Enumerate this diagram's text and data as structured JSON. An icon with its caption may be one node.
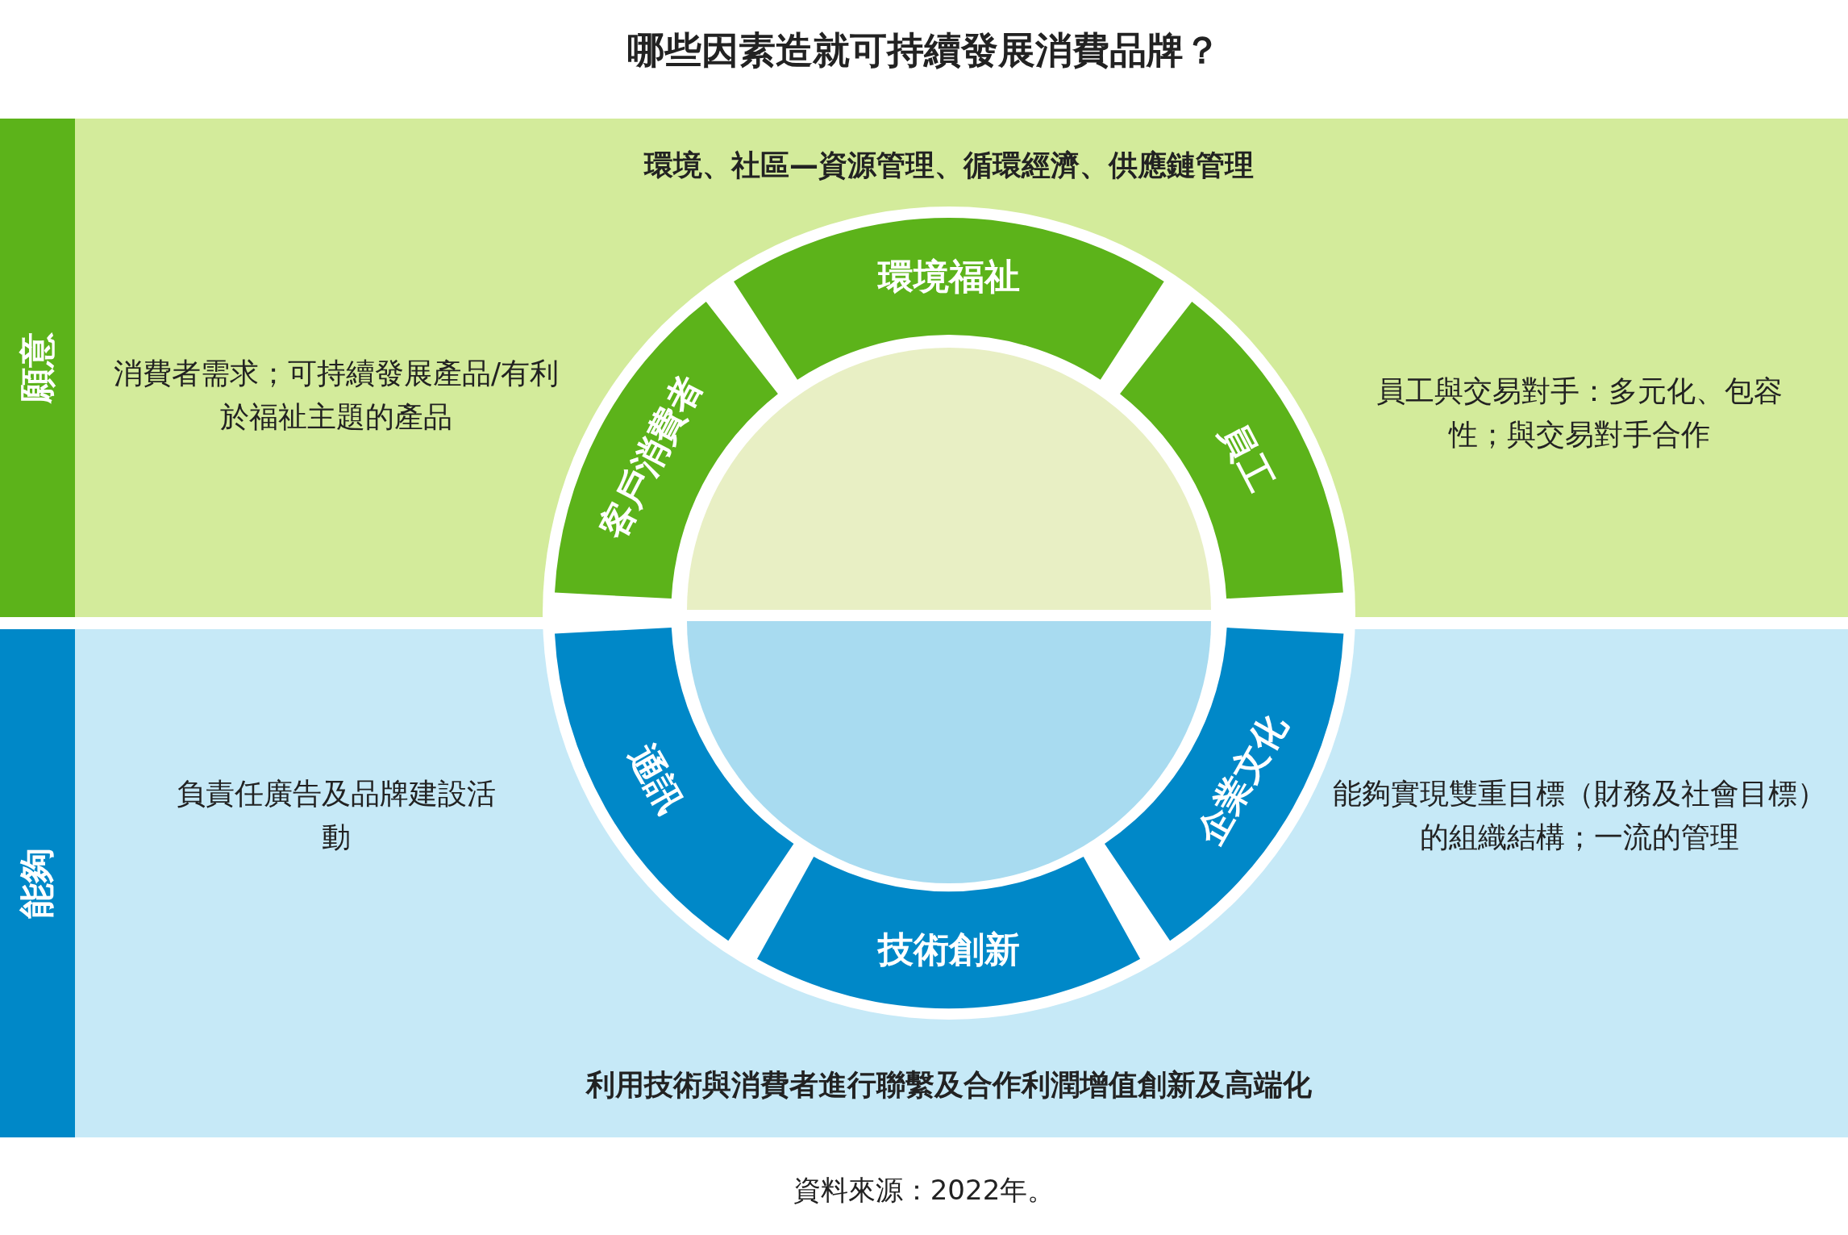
{
  "diagram": {
    "title": "哪些因素造就可持續發展消費品牌？",
    "caption": "資料來源：2022年。",
    "nodes": [
      {
        "text": [
          "願意",
          "環境、社區—資源管理、循環經濟、供應鏈管理"
        ]
      },
      {
        "text": [
          "環境福祉"
        ],
        "in": 0
      },
      {
        "text": [
          "客戶消費者"
        ],
        "in": 0
      },
      {
        "text": [
          "員工"
        ],
        "in": 0
      },
      {
        "text": [
          "能夠",
          "利用技術與消費者進行聯繫及合作利潤增值創新及高端化"
        ]
      },
      {
        "text": [
          "通訊"
        ],
        "in": 4
      },
      {
        "text": [
          "企業文化"
        ],
        "in": 4
      },
      {
        "text": [
          "技術創新"
        ],
        "in": 4
      }
    ],
    "edges": [],
    "labels": [
      "消費者需求；可持續發展產品/有利於福祉主題的產品",
      "員工與交易對手：多元化、包容性；與交易對手合作",
      "負責任廣告及品牌建設活動",
      "能夠實現雙重目標（財務及社會目標）的組織結構；一流的管理"
    ]
  }
}
